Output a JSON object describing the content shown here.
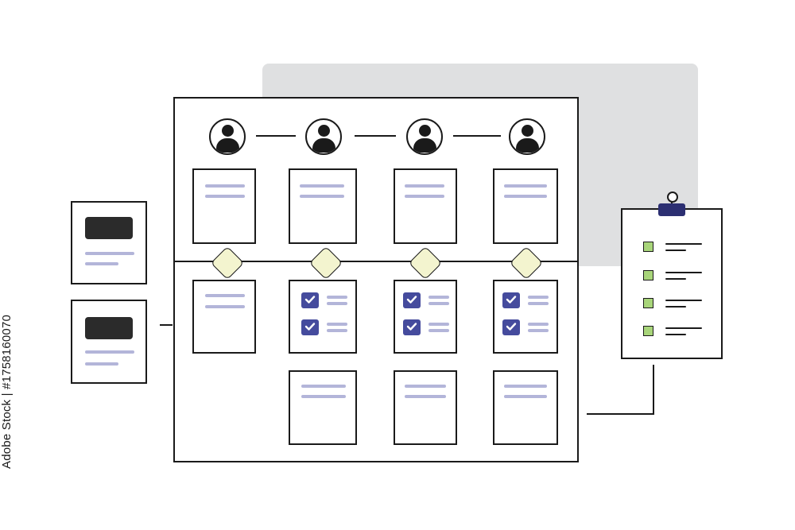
{
  "watermark": {
    "vertical_text": "Adobe Stock | #1758160070"
  },
  "colors": {
    "ink": "#1a1a1a",
    "panel_gray": "#dfe0e1",
    "text_line": "#b3b5d9",
    "checkbox_fill": "#454b9d",
    "milestone_fill": "#f3f4cf",
    "clipboard_check": "#a8d57a",
    "clip_top": "#2c2f72"
  },
  "board": {
    "avatars": [
      {
        "icon": "user-icon"
      },
      {
        "icon": "user-icon"
      },
      {
        "icon": "user-icon"
      },
      {
        "icon": "user-icon"
      }
    ],
    "milestones": [
      {
        "icon": "milestone-diamond"
      },
      {
        "icon": "milestone-diamond"
      },
      {
        "icon": "milestone-diamond"
      },
      {
        "icon": "milestone-diamond"
      }
    ],
    "checklist_items_per_card": 2
  },
  "side_docs": [
    {
      "icon": "document-icon"
    },
    {
      "icon": "document-icon"
    }
  ],
  "clipboard": {
    "icon": "clipboard-icon",
    "checked_items": 4
  }
}
